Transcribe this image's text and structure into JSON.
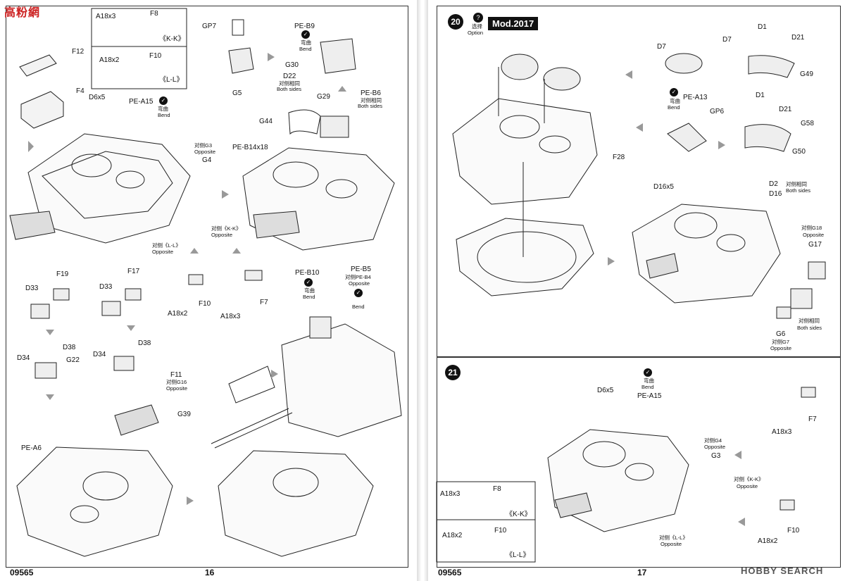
{
  "site_logo": {
    "text": "HOBBY SEARCH",
    "top_left": "高粉網"
  },
  "pages": {
    "left_number": "16",
    "right_number": "17",
    "kit_code_left": "09565",
    "kit_code_right": "09565"
  },
  "left": {
    "inset_kk": {
      "a": "A18x3",
      "f": "F8",
      "tag": "《K-K》"
    },
    "inset_ll": {
      "a": "A18x2",
      "f": "F10",
      "tag": "《L-L》"
    },
    "f12": "F12",
    "f4": "F4",
    "d6x5": "D6x5",
    "pea15": "PE-A15",
    "bend_cn": "弯曲",
    "bend": "Bend",
    "gp7": "GP7",
    "g5": "G5",
    "peb9": "PE-B9",
    "g30": "G30",
    "d22": "D22",
    "both_cn": "对侧相同",
    "both": "Both sides",
    "g29": "G29",
    "peb6": "PE-B6",
    "opp_g3_cn": "对侧G3",
    "opposite": "Opposite",
    "g4": "G4",
    "opp_kk_cn": "对侧《K-K》",
    "opp_ll_cn": "对侧《L-L》",
    "g44": "G44",
    "peb14": "PE-B14x18",
    "peb10": "PE-B10",
    "peb5": "PE-B5",
    "opp_peb4_cn": "对侧PE-B4",
    "d33a": "D33",
    "f19": "F19",
    "d33b": "D33",
    "f17": "F17",
    "a18x2": "A18x2",
    "f10": "F10",
    "a18x3": "A18x3",
    "f7": "F7",
    "d38a": "D38",
    "d34a": "D34",
    "g22": "G22",
    "d34b": "D34",
    "d38b": "D38",
    "f11": "F11",
    "opp_g16_cn": "对侧G16",
    "g39": "G39",
    "pea6": "PE-A6"
  },
  "right": {
    "step20": "20",
    "option_cn": "选择",
    "option": "Option",
    "mod": "Mod.2017",
    "d1a": "D1",
    "d7a": "D7",
    "d7b": "D7",
    "d21a": "D21",
    "g49": "G49",
    "pea13": "PE-A13",
    "bend_cn": "弯曲",
    "bend": "Bend",
    "d1b": "D1",
    "gp6": "GP6",
    "d21b": "D21",
    "g58": "G58",
    "g50": "G50",
    "f28": "F28",
    "d16x5": "D16x5",
    "d2": "D2",
    "d16": "D16",
    "both_cn": "对侧相同",
    "both": "Both sides",
    "opp_g18_cn": "对侧G18",
    "opposite": "Opposite",
    "g17": "G17",
    "g6": "G6",
    "opp_g7_cn": "对侧G7",
    "step21": "21",
    "d6x5": "D6x5",
    "pea15": "PE-A15",
    "opp_g4_cn": "对侧G4",
    "g3": "G3",
    "a18x3": "A18x3",
    "f7": "F7",
    "opp_kk_cn": "对侧《K-K》",
    "f10": "F10",
    "a18x2": "A18x2",
    "opp_ll_cn": "对侧《L-L》",
    "inset_kk": {
      "a": "A18x3",
      "f": "F8",
      "tag": "《K-K》"
    },
    "inset_ll": {
      "a": "A18x2",
      "f": "F10",
      "tag": "《L-L》"
    }
  }
}
